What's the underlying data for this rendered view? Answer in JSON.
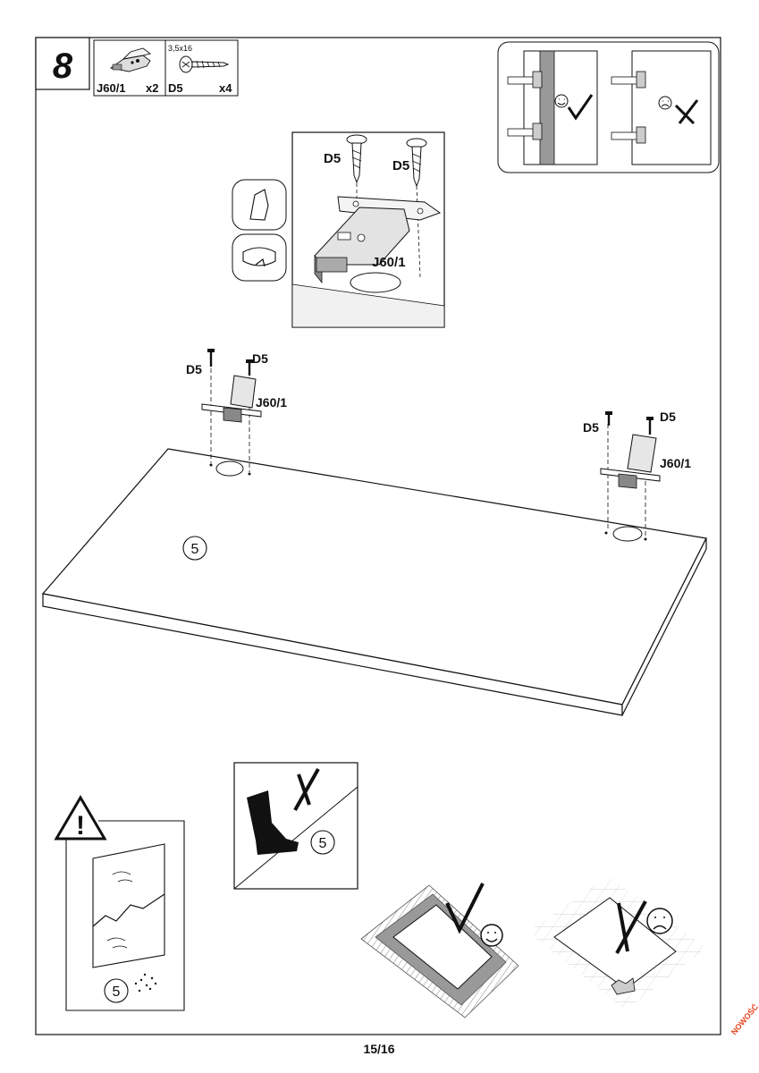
{
  "step": {
    "number": "8",
    "parts": [
      {
        "code": "J60/1",
        "qty": "x2",
        "icon": "hinge-icon"
      },
      {
        "code": "D5",
        "qty": "x4",
        "size": "3,5x16",
        "icon": "screw-icon"
      }
    ]
  },
  "detail": {
    "screw_label_left": "D5",
    "screw_label_right": "D5",
    "hinge_label": "J60/1"
  },
  "board": {
    "part_number": "5",
    "left_hinge": {
      "screw_a": "D5",
      "screw_b": "D5",
      "hinge": "J60/1"
    },
    "right_hinge": {
      "screw_a": "D5",
      "screw_b": "D5",
      "hinge": "J60/1"
    }
  },
  "warnings": {
    "mirror_part": "5",
    "boot_part": "5"
  },
  "footer": {
    "page": "15/16",
    "badge": "NOWOŚĆ"
  }
}
